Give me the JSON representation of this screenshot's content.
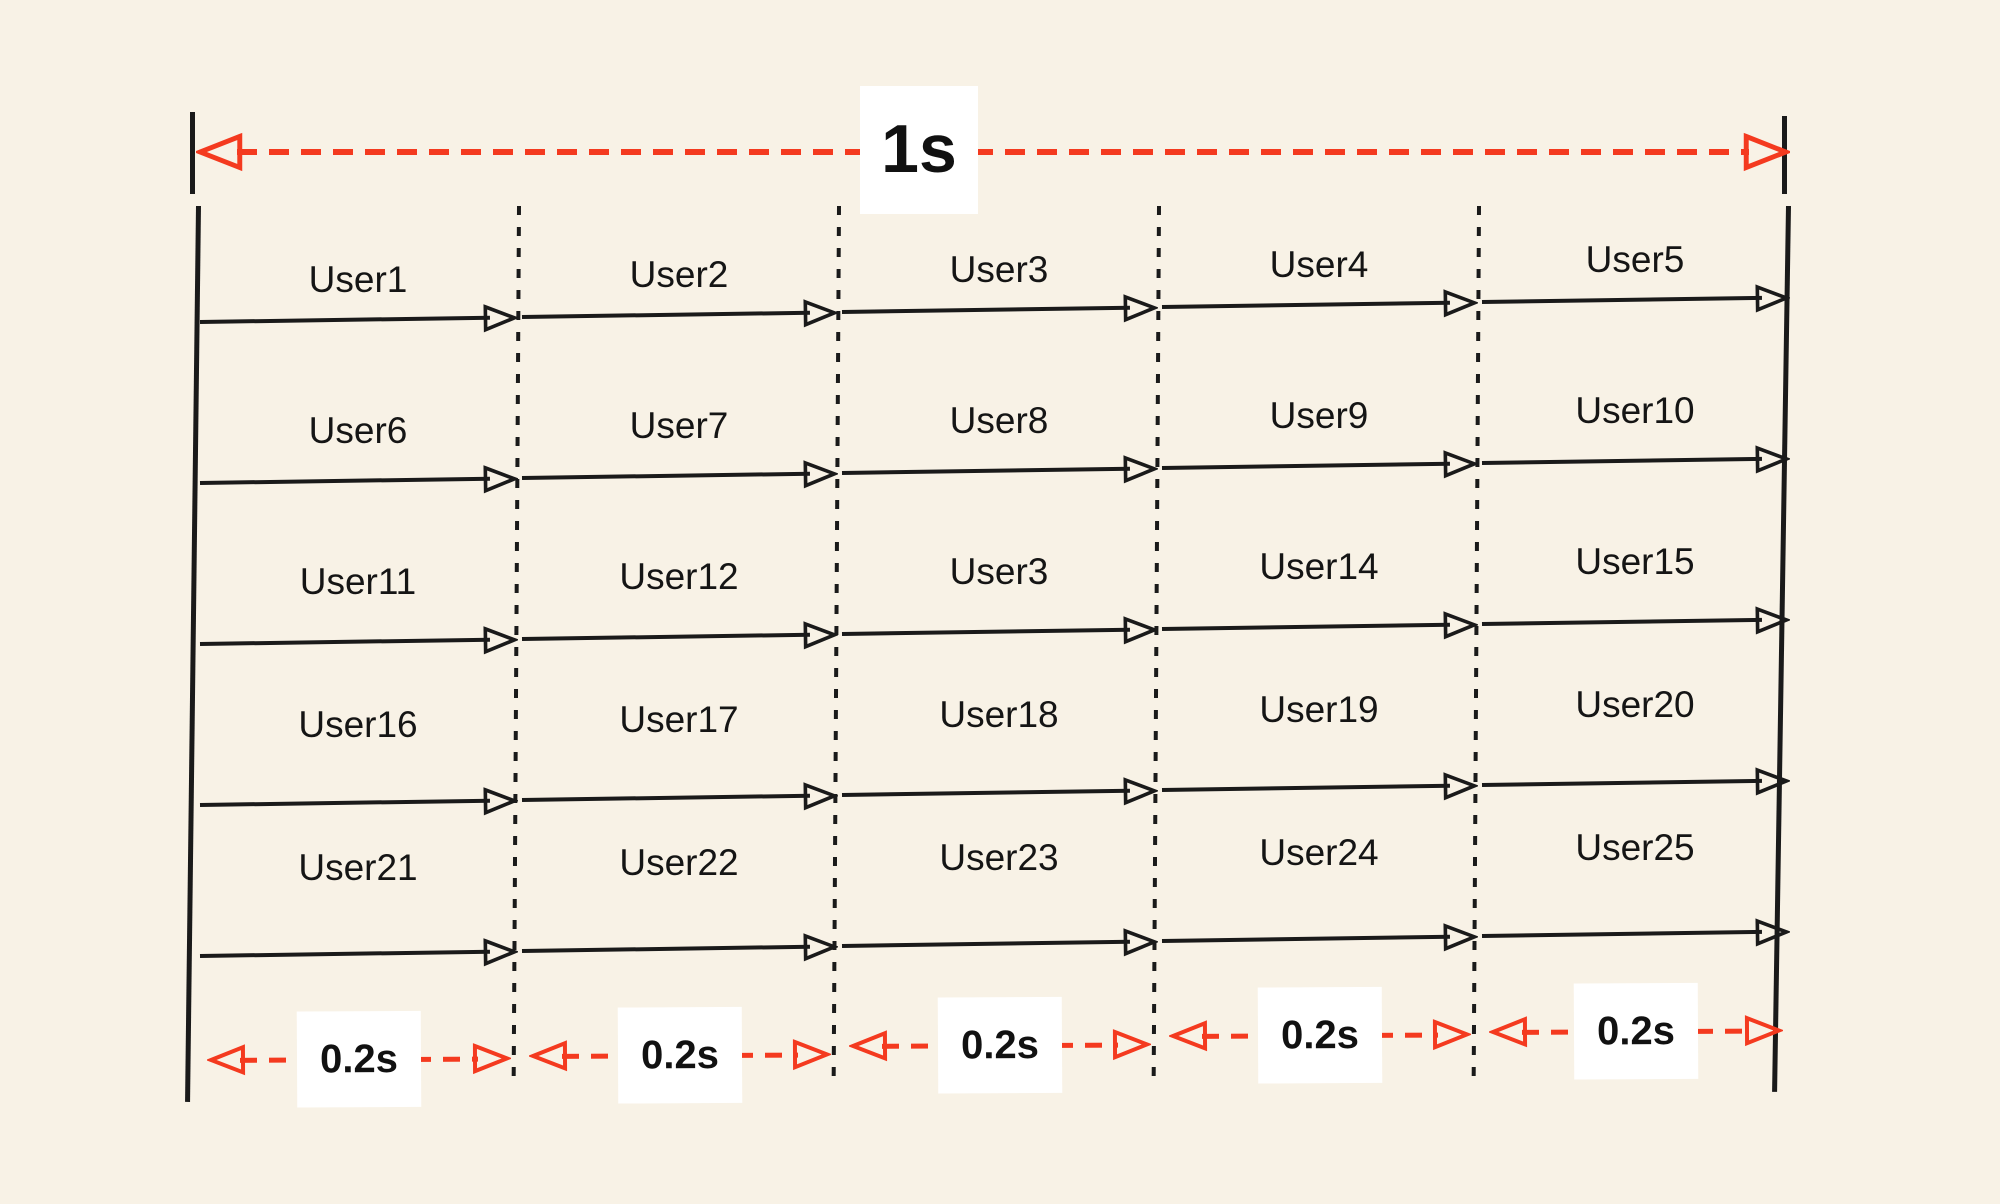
{
  "diagram": {
    "total_span_label": "1s",
    "segment_duration_labels": [
      "0.2s",
      "0.2s",
      "0.2s",
      "0.2s",
      "0.2s"
    ],
    "user_rows": [
      [
        "User1",
        "User2",
        "User3",
        "User4",
        "User5"
      ],
      [
        "User6",
        "User7",
        "User8",
        "User9",
        "User10"
      ],
      [
        "User11",
        "User12",
        "User3",
        "User14",
        "User15"
      ],
      [
        "User16",
        "User17",
        "User18",
        "User19",
        "User20"
      ],
      [
        "User21",
        "User22",
        "User23",
        "User24",
        "User25"
      ]
    ],
    "colors": {
      "background": "#f8f2e6",
      "accent_red": "#f43a1f",
      "line_black": "#1a1a1a",
      "label_box_white": "#ffffff"
    }
  }
}
